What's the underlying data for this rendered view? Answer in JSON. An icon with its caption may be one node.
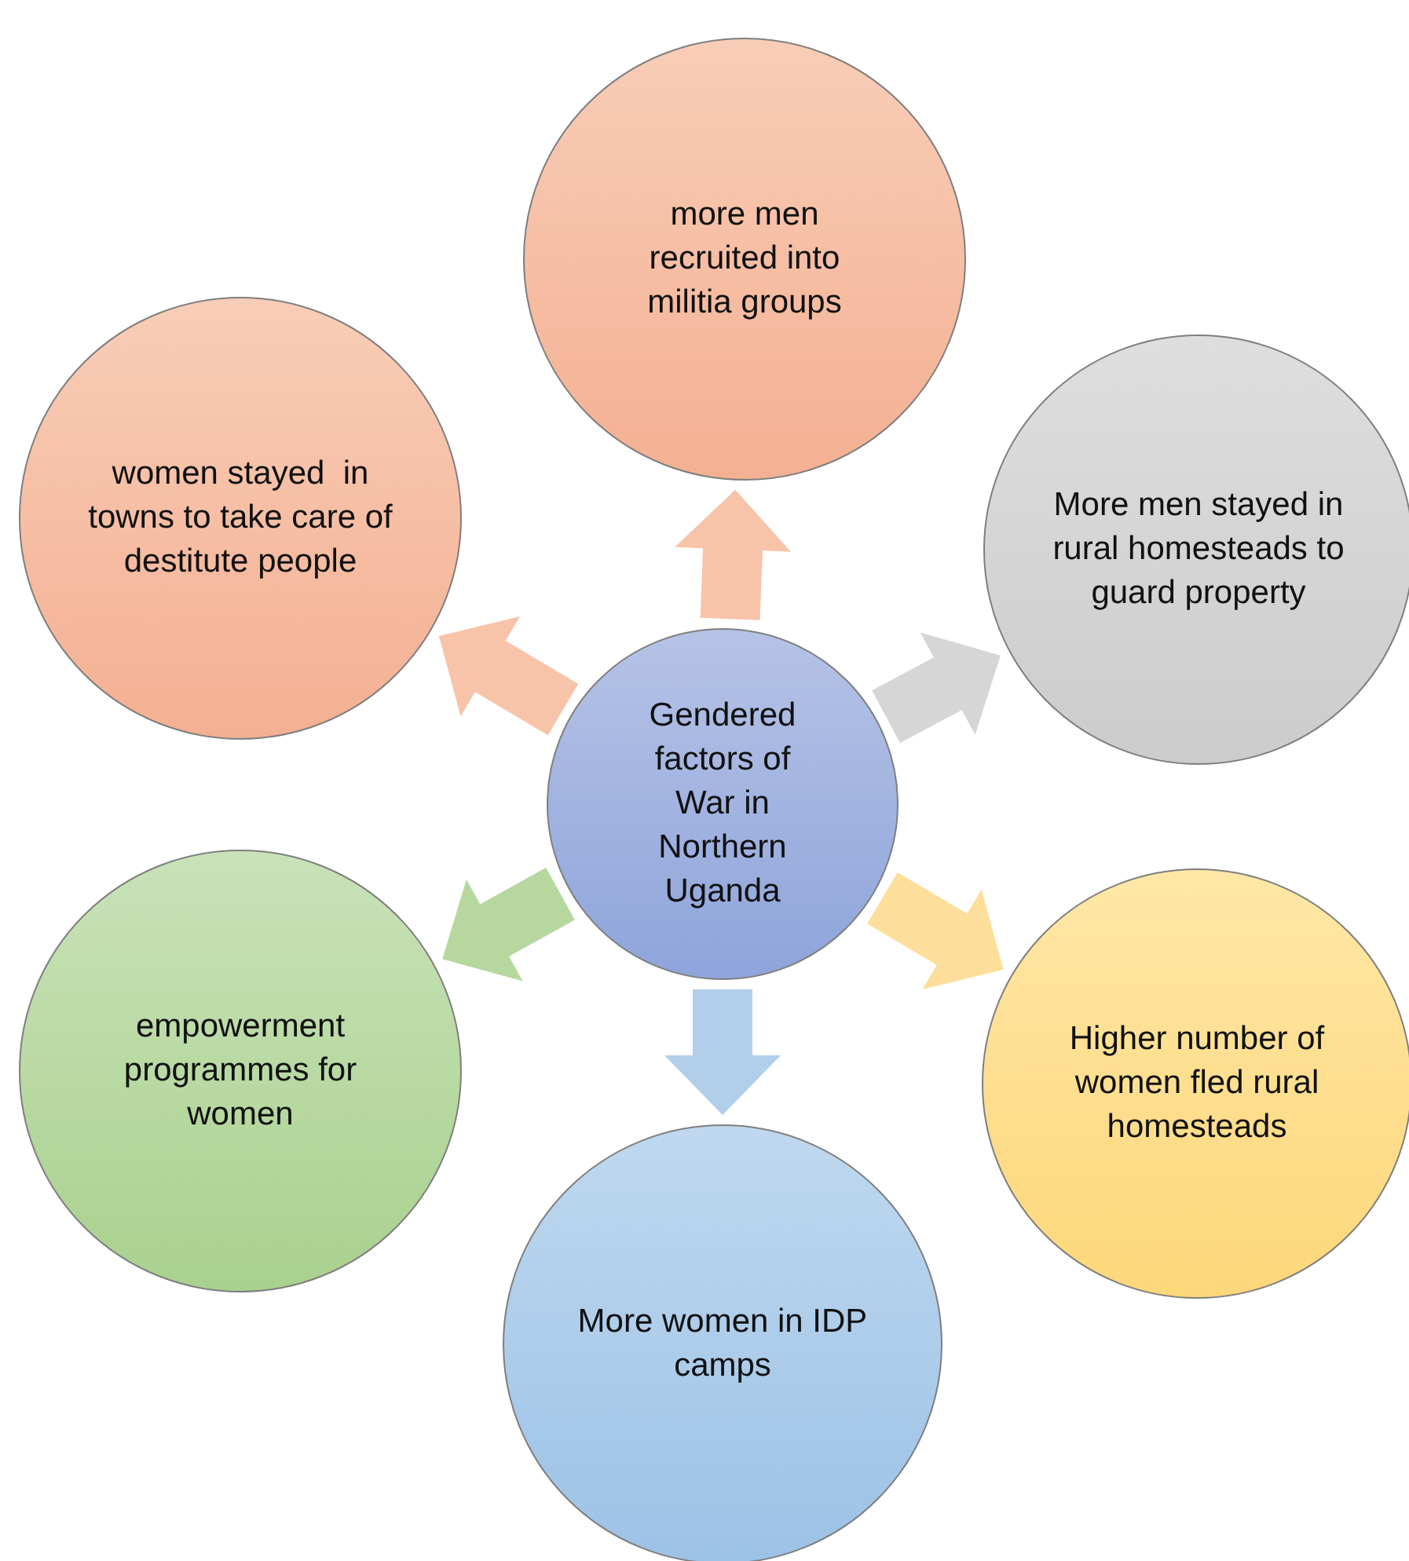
{
  "diagram": {
    "nodes": [
      {
        "text": [
          "more men recruited into militia groups"
        ]
      },
      {
        "text": [
          "women stayed  in towns to take care of destitute people"
        ]
      },
      {
        "text": [
          "More men stayed in rural homesteads to guard property"
        ]
      },
      {
        "text": [
          "Gendered factors of War in Northern Uganda"
        ]
      },
      {
        "text": [
          "empowerment programmes for women"
        ]
      },
      {
        "text": [
          "Higher number of women fled rural homesteads"
        ]
      },
      {
        "text": [
          "More women in IDP camps"
        ]
      }
    ],
    "edges": [
      {
        "from": 3,
        "to": 0,
        "arrow": "to",
        "color": "#f6b89a"
      },
      {
        "from": 3,
        "to": 1,
        "arrow": "to",
        "color": "#f6b89a"
      },
      {
        "from": 3,
        "to": 2,
        "arrow": "to",
        "color": "#cfcfcf"
      },
      {
        "from": 3,
        "to": 4,
        "arrow": "to",
        "color": "#a9d18e"
      },
      {
        "from": 3,
        "to": 5,
        "arrow": "to",
        "color": "#fdd98a"
      },
      {
        "from": 3,
        "to": 6,
        "arrow": "to",
        "color": "#a3c6e8"
      }
    ]
  }
}
